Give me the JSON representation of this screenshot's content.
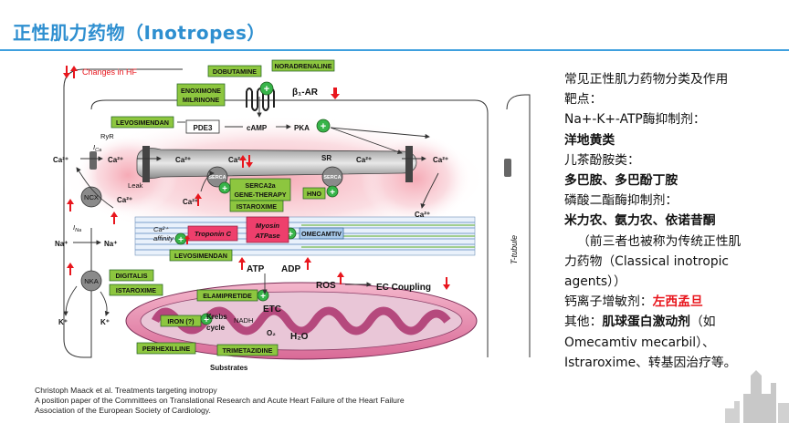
{
  "slide": {
    "title": "正性肌力药物（Inotropes）"
  },
  "diagram": {
    "legend": "Changes in HF",
    "t_tubule": "T-tubule",
    "drugs": {
      "dobutamine": "DOBUTAMINE",
      "noradrenaline": "NORADRENALINE",
      "enoximone": "ENOXIMONE",
      "milrinone": "MILRINONE",
      "levosimendan_pde3": "LEVOSIMENDAN",
      "serca2a": "SERCA2a",
      "gene_therapy": "GENE-THERAPY",
      "istaroxime_serca": "ISTAROXIME",
      "hno": "HNO",
      "omecamtiv": "OMECAMTIV",
      "levosimendan_tn": "LEVOSIMENDAN",
      "digitalis": "DIGITALIS",
      "istaroxime_nka": "ISTAROXIME",
      "elamipretide": "ELAMIPRETIDE",
      "iron": "IRON (?)",
      "perhexilline": "PERHEXILLINE",
      "trimetazidine": "TRIMETAZIDINE"
    },
    "labels": {
      "b1ar": "β₁-AR",
      "pde3": "PDE3",
      "camp": "cAMP",
      "pka": "PKA",
      "ryr": "RyR",
      "ica": "I",
      "ica_sub": "Ca",
      "sr": "SR",
      "leak": "Leak",
      "serca": "SERCA",
      "serca2": "SERCA",
      "ca2": "Ca²⁺",
      "affinity": "affinity",
      "troponin": "Troponin C",
      "myosin": "Myosin",
      "atpase": "ATPase",
      "atp": "ATP",
      "adp": "ADP",
      "ros": "ROS",
      "ec_coupling": "EC Coupling",
      "etc": "ETC",
      "nadh": "NADH",
      "o2": "O₂",
      "h2o": "H₂O",
      "krebs": "Krebs",
      "cycle": "cycle",
      "substrates": "Substrates",
      "ncx": "NCX",
      "nka": "NKA",
      "ina": "I",
      "ina_sub": "Na",
      "na": "Na⁺",
      "k": "K⁺"
    }
  },
  "citation": {
    "line1": "Christoph Maack et al. Treatments targeting inotropy",
    "line2": "A position paper of the Committees on Translational Research and Acute Heart Failure of the Heart Failure",
    "line3": "Association of the European Society of Cardiology."
  },
  "sidebar": {
    "l1": "常见正性肌力药物分类及作用",
    "l2": "靶点：",
    "l3": "Na+-K+-ATP酶抑制剂：",
    "l4": "洋地黄类",
    "l5": "儿茶酚胺类：",
    "l6": "多巴胺、多巴酚丁胺",
    "l7": "磷酸二酯酶抑制剂：",
    "l8": "米力农、氨力农、依诺昔酮",
    "l9": "（前三者也被称为传统正性肌",
    "l10": "力药物（Classical inotropic",
    "l11": "agents））",
    "l12a": "钙离子增敏剂：",
    "l12b": "左西孟旦",
    "l13a": "其他：",
    "l13b": "肌球蛋白激动剂",
    "l13c": "（如",
    "l14": "Omecamtiv mecarbil）、",
    "l15": "Istraroxime、转基因治疗等。"
  }
}
